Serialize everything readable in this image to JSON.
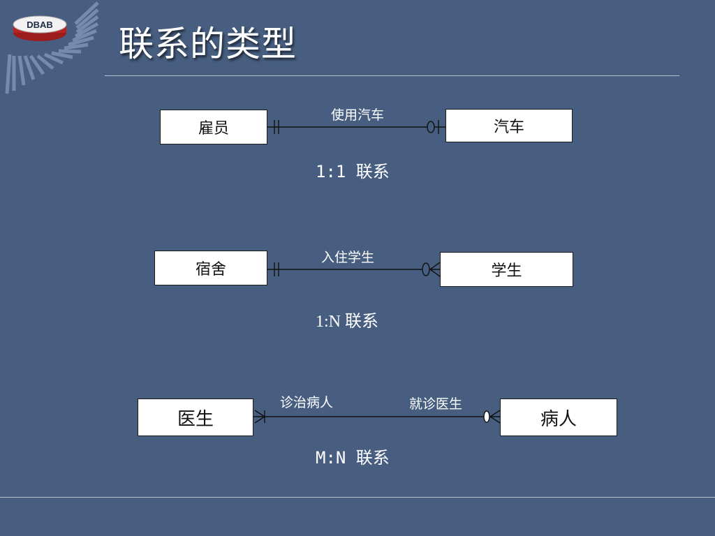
{
  "logo": {
    "text": "DBAB"
  },
  "title": "联系的类型",
  "relationships": [
    {
      "left_entity": "雇员",
      "right_entity": "汽车",
      "relationship_label": "使用汽车",
      "cardinality_caption": "1:1 联系"
    },
    {
      "left_entity": "宿舍",
      "right_entity": "学生",
      "relationship_label": "入住学生",
      "cardinality_caption": "1:N  联系"
    },
    {
      "left_entity": "医生",
      "right_entity": "病人",
      "left_label": "诊治病人",
      "right_label": "就诊医生",
      "cardinality_caption": "M:N 联系"
    }
  ],
  "colors": {
    "background": "#475e80",
    "entity_fill": "#ffffff",
    "line": "#111111"
  }
}
